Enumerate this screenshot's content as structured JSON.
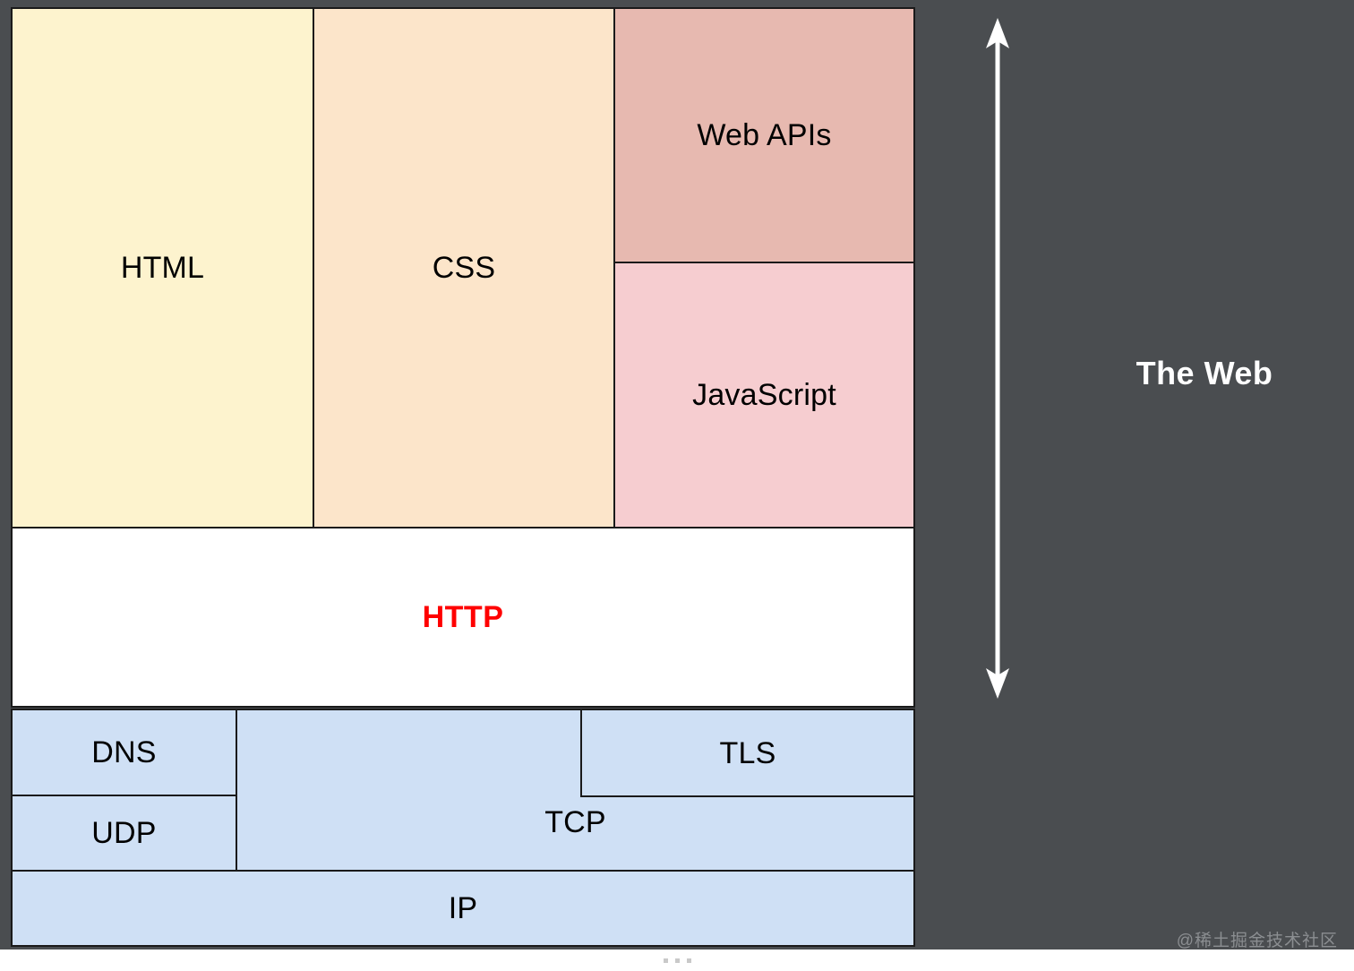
{
  "background_color": "#4a4d50",
  "diagram": {
    "name": "web-technology-stack",
    "layers": {
      "presentation": [
        {
          "id": "html",
          "label": "HTML",
          "color": "#fdf3ce"
        },
        {
          "id": "css",
          "label": "CSS",
          "color": "#fce5ca"
        },
        {
          "id": "web_apis",
          "label": "Web APIs",
          "color": "#e7b9b0"
        },
        {
          "id": "javascript",
          "label": "JavaScript",
          "color": "#f6cdd0"
        }
      ],
      "protocol": [
        {
          "id": "http",
          "label": "HTTP",
          "color": "#ffffff",
          "text_color": "#ff0000",
          "emphasis": "bold"
        }
      ],
      "network": [
        {
          "id": "dns",
          "label": "DNS",
          "color": "#cfe0f5"
        },
        {
          "id": "udp",
          "label": "UDP",
          "color": "#cfe0f5"
        },
        {
          "id": "tcp",
          "label": "TCP",
          "color": "#cfe0f5"
        },
        {
          "id": "tls",
          "label": "TLS",
          "color": "#cfe0f5"
        },
        {
          "id": "ip",
          "label": "IP",
          "color": "#cfe0f5"
        }
      ]
    }
  },
  "annotation": {
    "scope_arrow": "double-headed-vertical-arrow",
    "scope_label": "The Web",
    "scope_label_color": "#ffffff"
  },
  "watermark": {
    "text": "@稀土掘金技术社区"
  },
  "bottom_bar": {
    "handle": "drag-handle-dots"
  }
}
